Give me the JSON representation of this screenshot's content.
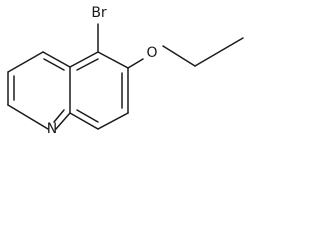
{
  "molecule": {
    "atoms": {
      "bromine": "Br",
      "oxygen": "O",
      "nitrogen": "N"
    }
  },
  "colors": {
    "bond": "#1a1a1a",
    "background": "#ffffff"
  }
}
